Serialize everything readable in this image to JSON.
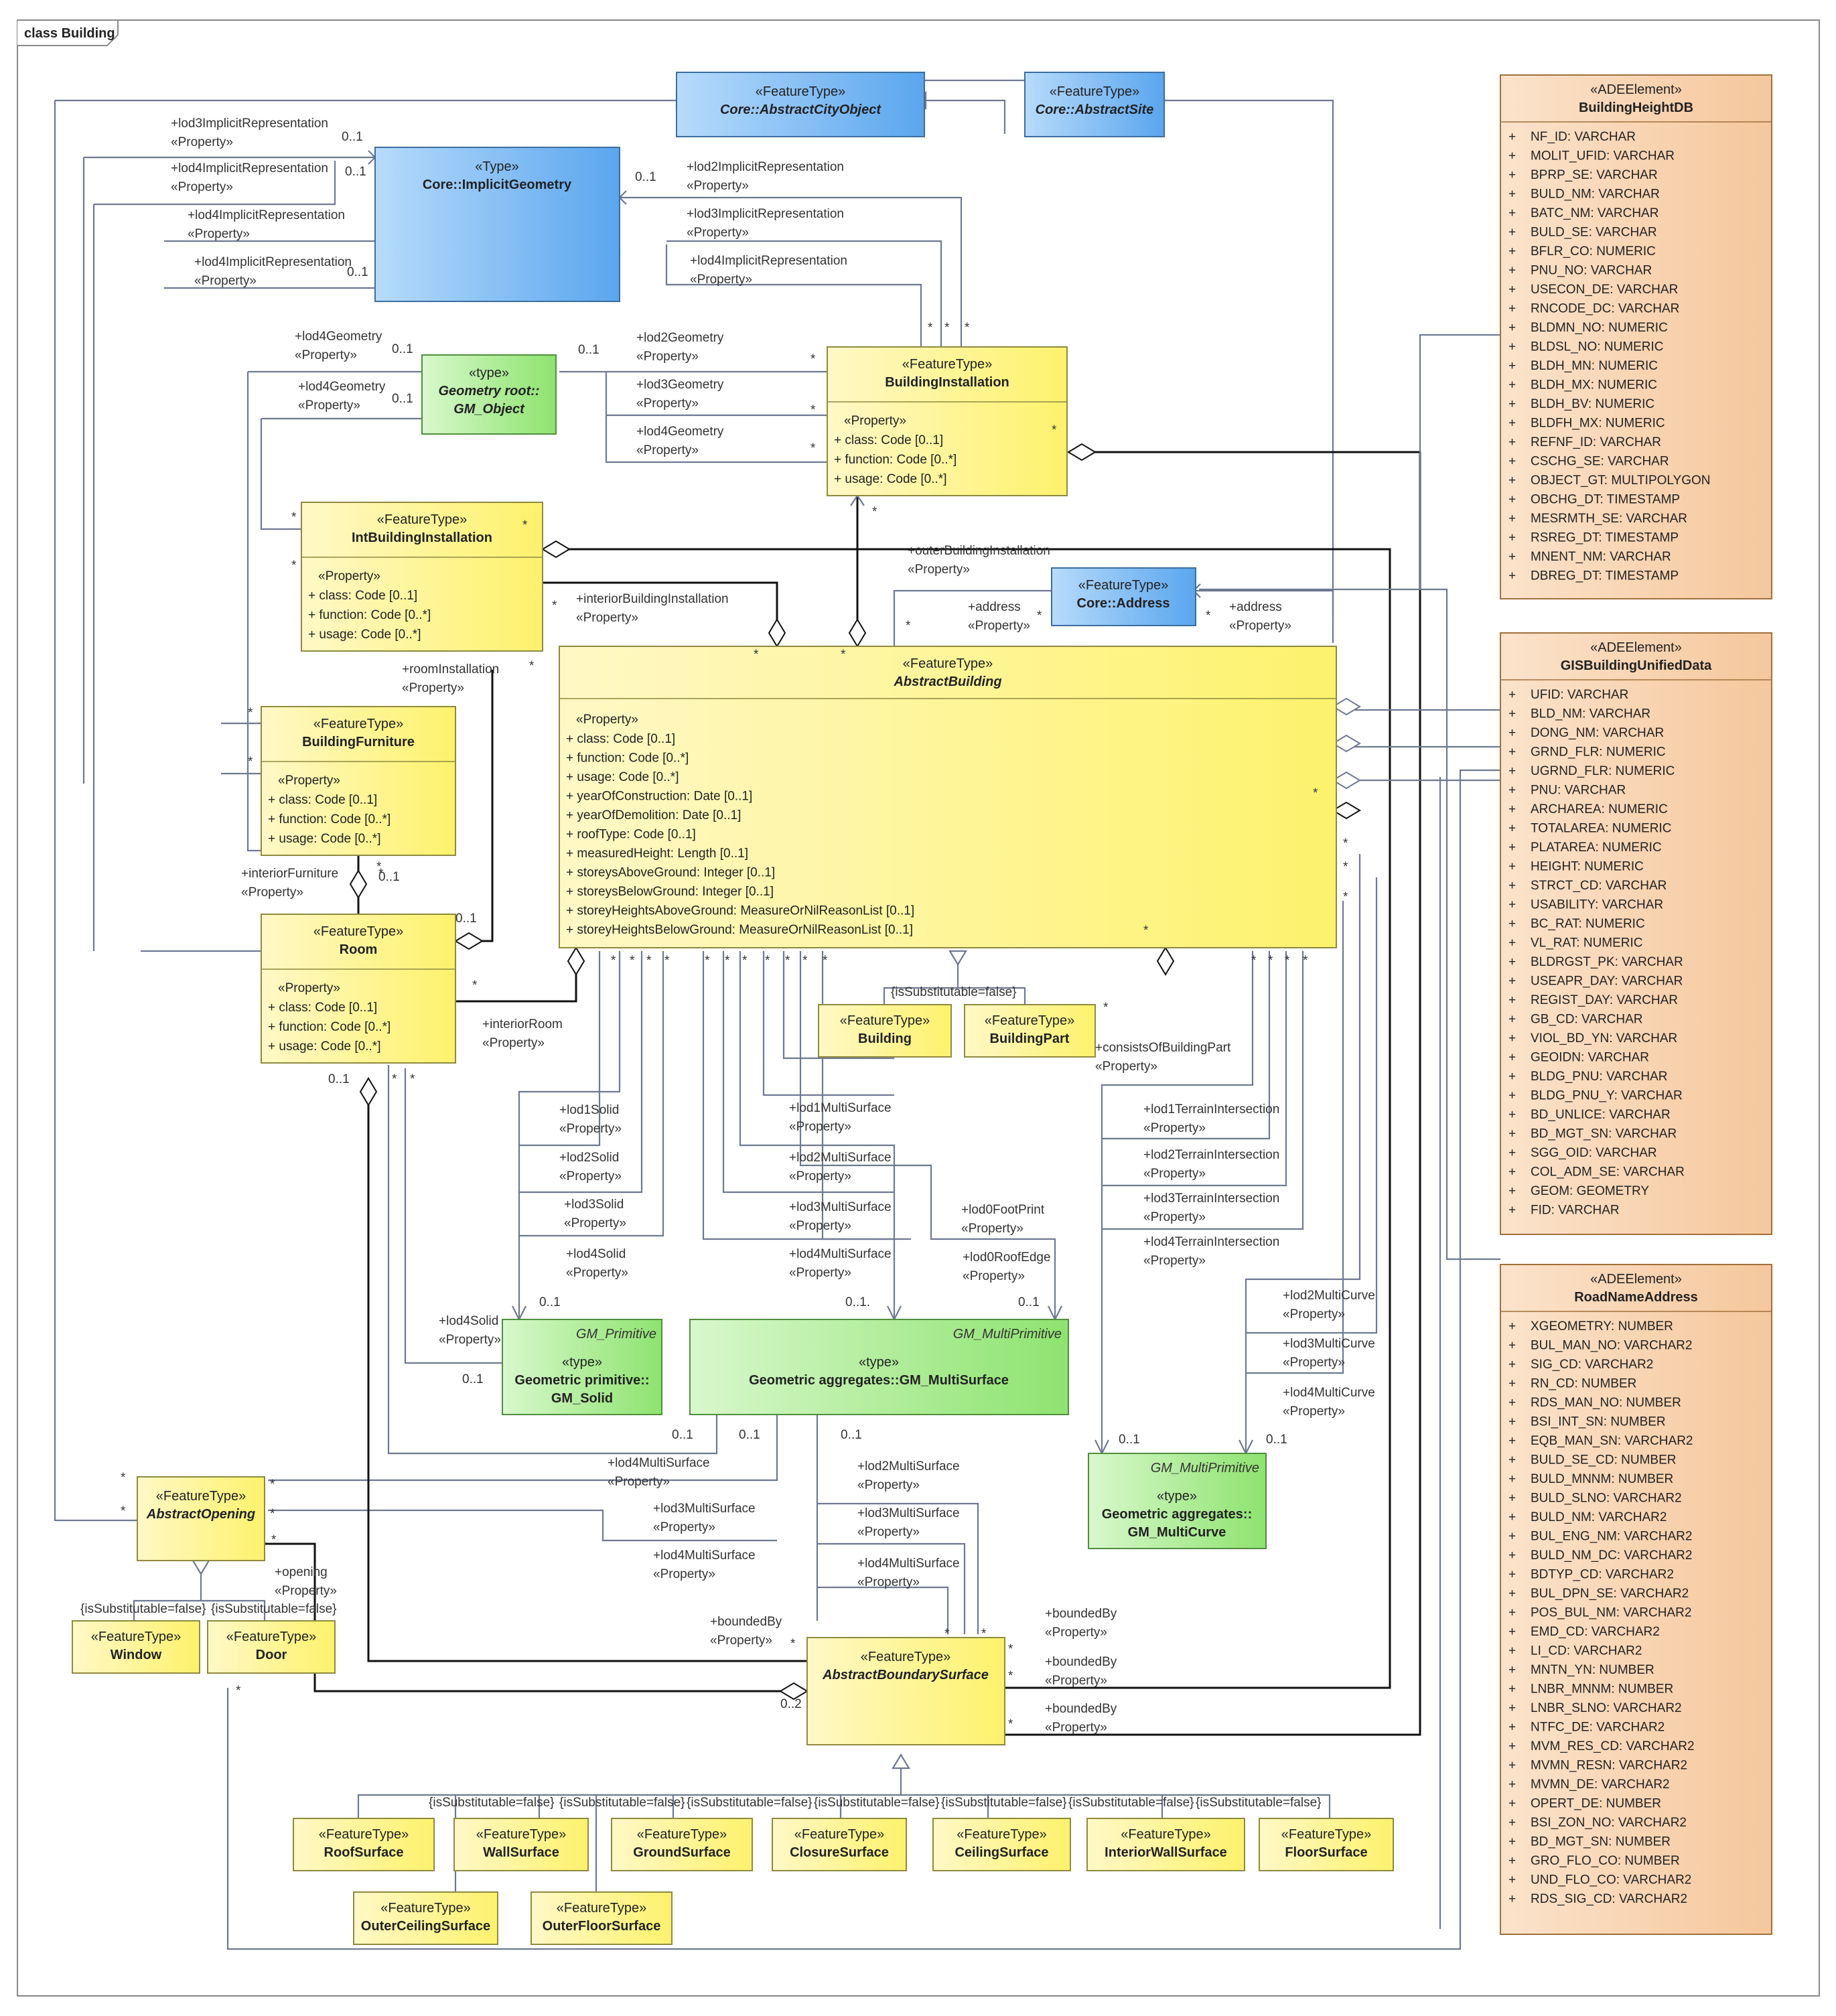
{
  "frame_title": "class Building",
  "core_boxes": {
    "abstract_city_object": {
      "stereo": "«FeatureType»",
      "name": "Core::AbstractCityObject"
    },
    "abstract_site": {
      "stereo": "«FeatureType»",
      "name": "Core::AbstractSite"
    },
    "implicit_geometry": {
      "stereo": "«Type»",
      "name": "Core::ImplicitGeometry"
    },
    "address": {
      "stereo": "«FeatureType»",
      "name": "Core::Address"
    },
    "gm_object": {
      "stereo": "«type»",
      "name1": "Geometry root::",
      "name2": "GM_Object"
    }
  },
  "classes": {
    "building_installation": {
      "stereo": "«FeatureType»",
      "name": "BuildingInstallation",
      "props_title": "«Property»",
      "attrs": [
        "+   class: Code [0..1]",
        "+   function: Code [0..*]",
        "+   usage: Code [0..*]"
      ]
    },
    "int_building_installation": {
      "stereo": "«FeatureType»",
      "name": "IntBuildingInstallation",
      "props_title": "«Property»",
      "attrs": [
        "+   class: Code [0..1]",
        "+   function: Code [0..*]",
        "+   usage: Code [0..*]"
      ]
    },
    "building_furniture": {
      "stereo": "«FeatureType»",
      "name": "BuildingFurniture",
      "props_title": "«Property»",
      "attrs": [
        "+   class: Code [0..1]",
        "+   function: Code [0..*]",
        "+   usage: Code [0..*]"
      ]
    },
    "room": {
      "stereo": "«FeatureType»",
      "name": "Room",
      "props_title": "«Property»",
      "attrs": [
        "+   class: Code [0..1]",
        "+   function: Code [0..*]",
        "+   usage: Code [0..*]"
      ]
    },
    "abstract_building": {
      "stereo": "«FeatureType»",
      "name": "AbstractBuilding",
      "props_title": "«Property»",
      "attrs": [
        "+   class: Code [0..1]",
        "+   function: Code [0..*]",
        "+   usage: Code [0..*]",
        "+   yearOfConstruction: Date [0..1]",
        "+   yearOfDemolition: Date [0..1]",
        "+   roofType: Code [0..1]",
        "+   measuredHeight: Length [0..1]",
        "+   storeysAboveGround: Integer [0..1]",
        "+   storeysBelowGround: Integer [0..1]",
        "+   storeyHeightsAboveGround: MeasureOrNilReasonList [0..1]",
        "+   storeyHeightsBelowGround: MeasureOrNilReasonList [0..1]"
      ]
    },
    "building": {
      "stereo": "«FeatureType»",
      "name": "Building"
    },
    "building_part": {
      "stereo": "«FeatureType»",
      "name": "BuildingPart"
    },
    "abstract_opening": {
      "stereo": "«FeatureType»",
      "name": "AbstractOpening"
    },
    "window": {
      "stereo": "«FeatureType»",
      "name": "Window"
    },
    "door": {
      "stereo": "«FeatureType»",
      "name": "Door"
    },
    "abstract_boundary_surface": {
      "stereo": "«FeatureType»",
      "name": "AbstractBoundarySurface"
    },
    "surfaces": [
      {
        "stereo": "«FeatureType»",
        "name": "RoofSurface"
      },
      {
        "stereo": "«FeatureType»",
        "name": "WallSurface"
      },
      {
        "stereo": "«FeatureType»",
        "name": "GroundSurface"
      },
      {
        "stereo": "«FeatureType»",
        "name": "ClosureSurface"
      },
      {
        "stereo": "«FeatureType»",
        "name": "CeilingSurface"
      },
      {
        "stereo": "«FeatureType»",
        "name": "InteriorWallSurface"
      },
      {
        "stereo": "«FeatureType»",
        "name": "FloorSurface"
      },
      {
        "stereo": "«FeatureType»",
        "name": "OuterCeilingSurface"
      },
      {
        "stereo": "«FeatureType»",
        "name": "OuterFloorSurface"
      }
    ]
  },
  "geometry_types": {
    "gm_solid": {
      "header": "GM_Primitive",
      "stereo": "«type»",
      "name1": "Geometric primitive::",
      "name2": "GM_Solid"
    },
    "gm_multisurface": {
      "header": "GM_MultiPrimitive",
      "stereo": "«type»",
      "name": "Geometric aggregates::GM_MultiSurface"
    },
    "gm_multicurve": {
      "header": "GM_MultiPrimitive",
      "stereo": "«type»",
      "name1": "Geometric aggregates::",
      "name2": "GM_MultiCurve"
    }
  },
  "ade_elements": [
    {
      "stereo": "«ADEElement»",
      "name": "BuildingHeightDB",
      "attrs": [
        "NF_ID: VARCHAR",
        "MOLIT_UFID: VARCHAR",
        "BPRP_SE: VARCHAR",
        "BULD_NM: VARCHAR",
        "BATC_NM: VARCHAR",
        "BULD_SE: VARCHAR",
        "BFLR_CO: NUMERIC",
        "PNU_NO: VARCHAR",
        "USECON_DE: VARCHAR",
        "RNCODE_DC: VARCHAR",
        "BLDMN_NO: NUMERIC",
        "BLDSL_NO: NUMERIC",
        "BLDH_MN: NUMERIC",
        "BLDH_MX: NUMERIC",
        "BLDH_BV: NUMERIC",
        "BLDFH_MX: NUMERIC",
        "REFNF_ID: VARCHAR",
        "CSCHG_SE: VARCHAR",
        "OBJECT_GT: MULTIPOLYGON",
        "OBCHG_DT: TIMESTAMP",
        "MESRMTH_SE: VARCHAR",
        "RSREG_DT: TIMESTAMP",
        "MNENT_NM: VARCHAR",
        "DBREG_DT: TIMESTAMP"
      ]
    },
    {
      "stereo": "«ADEElement»",
      "name": "GISBuildingUnifiedData",
      "attrs": [
        "UFID: VARCHAR",
        "BLD_NM: VARCHAR",
        "DONG_NM: VARCHAR",
        "GRND_FLR: NUMERIC",
        "UGRND_FLR: NUMERIC",
        "PNU: VARCHAR",
        "ARCHAREA: NUMERIC",
        "TOTALAREA: NUMERIC",
        "PLATAREA: NUMERIC",
        "HEIGHT: NUMERIC",
        "STRCT_CD: VARCHAR",
        "USABILITY: VARCHAR",
        "BC_RAT: NUMERIC",
        "VL_RAT: NUMERIC",
        "BLDRGST_PK: VARCHAR",
        "USEAPR_DAY: VARCHAR",
        "REGIST_DAY: VARCHAR",
        "GB_CD: VARCHAR",
        "VIOL_BD_YN: VARCHAR",
        "GEOIDN: VARCHAR",
        "BLDG_PNU: VARCHAR",
        "BLDG_PNU_Y: VARCHAR",
        "BD_UNLICE: VARCHAR",
        "BD_MGT_SN: VARCHAR",
        "SGG_OID: VARCHAR",
        "COL_ADM_SE: VARCHAR",
        "GEOM: GEOMETRY",
        "FID: VARCHAR"
      ]
    },
    {
      "stereo": "«ADEElement»",
      "name": "RoadNameAddress",
      "attrs": [
        "XGEOMETRY: NUMBER",
        "BUL_MAN_NO: VARCHAR2",
        "SIG_CD: VARCHAR2",
        "RN_CD: NUMBER",
        "RDS_MAN_NO: NUMBER",
        "BSI_INT_SN: NUMBER",
        "EQB_MAN_SN: VARCHAR2",
        "BULD_SE_CD: NUMBER",
        "BULD_MNNM: NUMBER",
        "BULD_SLNO: VARCHAR2",
        "BULD_NM: VARCHAR2",
        "BUL_ENG_NM: VARCHAR2",
        "BULD_NM_DC: VARCHAR2",
        "BDTYP_CD: VARCHAR2",
        "BUL_DPN_SE: VARCHAR2",
        "POS_BUL_NM: VARCHAR2",
        "EMD_CD: VARCHAR2",
        "LI_CD: VARCHAR2",
        "MNTN_YN: NUMBER",
        "LNBR_MNNM: NUMBER",
        "LNBR_SLNO: VARCHAR2",
        "NTFC_DE: VARCHAR2",
        "MVM_RES_CD: VARCHAR2",
        "MVMN_RESN: VARCHAR2",
        "MVMN_DE: VARCHAR2",
        "OPERT_DE: NUMBER",
        "BSI_ZON_NO: VARCHAR2",
        "BD_MGT_SN: NUMBER",
        "GRO_FLO_CO: NUMBER",
        "UND_FLO_CO: VARCHAR2",
        "RDS_SIG_CD: VARCHAR2"
      ]
    }
  ],
  "association_labels": [
    "+lod3ImplicitRepresentation",
    "«Property»",
    "+lod4ImplicitRepresentation",
    "«Property»",
    "+lod4ImplicitRepresentation",
    "«Property»",
    "+lod4ImplicitRepresentation",
    "«Property»",
    "+lod2ImplicitRepresentation",
    "«Property»",
    "+lod3ImplicitRepresentation",
    "«Property»",
    "+lod4ImplicitRepresentation",
    "«Property»",
    "+lod4Geometry",
    "«Property»",
    "+lod4Geometry",
    "«Property»",
    "+lod2Geometry",
    "«Property»",
    "+lod3Geometry",
    "«Property»",
    "+lod4Geometry",
    "«Property»",
    "+outerBuildingInstallation",
    "«Property»",
    "+interiorBuildingInstallation",
    "«Property»",
    "+address",
    "«Property»",
    "+address",
    "«Property»",
    "+roomInstallation",
    "«Property»",
    "+interiorFurniture",
    "«Property»",
    "+interiorRoom",
    "«Property»",
    "+consistsOfBuildingPart",
    "«Property»",
    "+lod1Solid",
    "«Property»",
    "+lod2Solid",
    "«Property»",
    "+lod3Solid",
    "«Property»",
    "+lod4Solid",
    "«Property»",
    "+lod4Solid",
    "«Property»",
    "+lod1MultiSurface",
    "«Property»",
    "+lod2MultiSurface",
    "«Property»",
    "+lod3MultiSurface",
    "«Property»",
    "+lod4MultiSurface",
    "«Property»",
    "+lod0FootPrint",
    "«Property»",
    "+lod0RoofEdge",
    "«Property»",
    "+lod1TerrainIntersection",
    "«Property»",
    "+lod2TerrainIntersection",
    "«Property»",
    "+lod3TerrainIntersection",
    "«Property»",
    "+lod4TerrainIntersection",
    "«Property»",
    "+lod2MultiCurve",
    "«Property»",
    "+lod3MultiCurve",
    "«Property»",
    "+lod4MultiCurve",
    "«Property»",
    "+lod4MultiSurface",
    "«Property»",
    "+lod3MultiSurface",
    "«Property»",
    "+lod4MultiSurface",
    "«Property»",
    "+lod2MultiSurface",
    "«Property»",
    "+lod3MultiSurface",
    "«Property»",
    "+lod4MultiSurface",
    "«Property»",
    "+opening",
    "«Property»",
    "+boundedBy",
    "«Property»",
    "+boundedBy",
    "«Property»",
    "+boundedBy",
    "«Property»",
    "+boundedBy",
    "«Property»"
  ],
  "multiplicities": [
    "0..1",
    "*",
    "0..2",
    "0..1."
  ],
  "constraint": "{isSubstitutable=false}"
}
